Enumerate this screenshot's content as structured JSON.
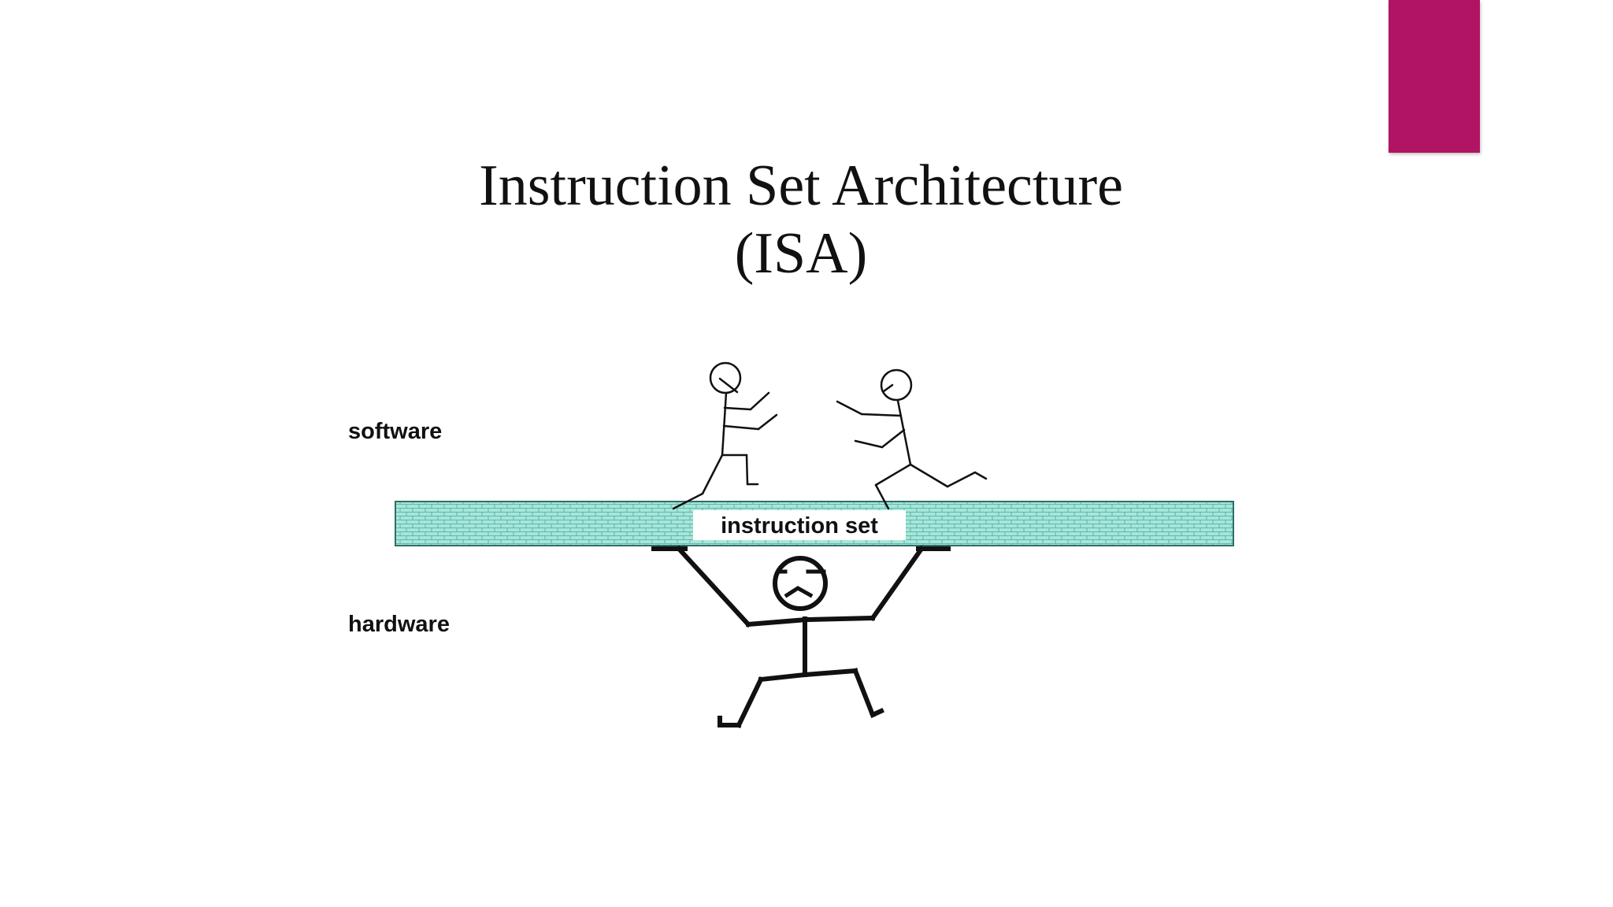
{
  "slide": {
    "title_line1": "Instruction Set Architecture",
    "title_line2": "(ISA)",
    "accent_color": "#b01462"
  },
  "diagram": {
    "software_label": "software",
    "hardware_label": "hardware",
    "instruction_set_label": "instruction set",
    "bar_color": "#9fe3d6",
    "icons": [
      "stick-figure-walking-icon",
      "stick-figure-running-icon",
      "stick-figure-frowning-icon"
    ]
  }
}
